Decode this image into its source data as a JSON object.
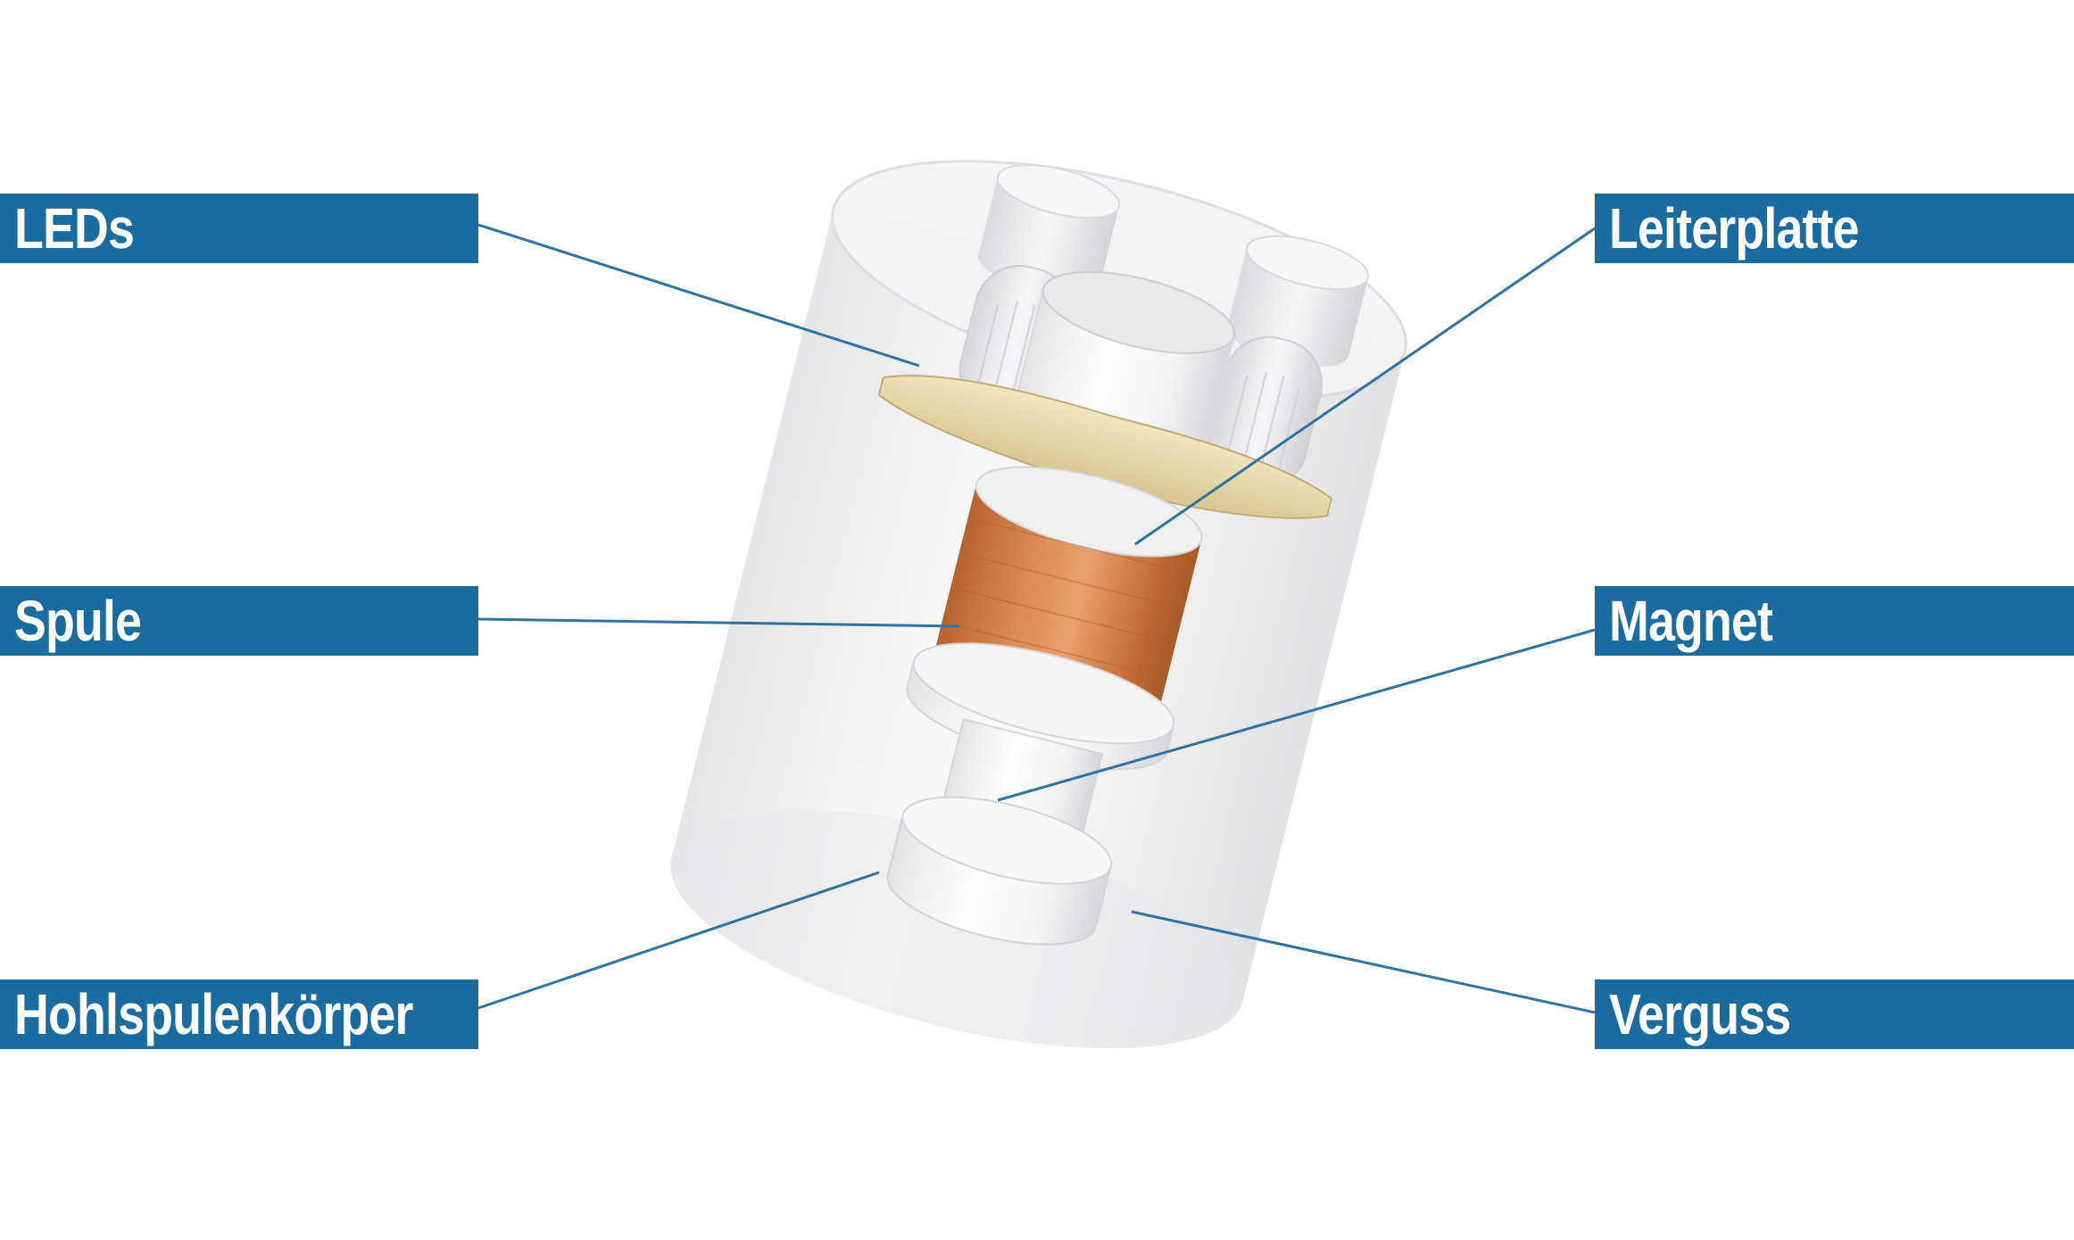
{
  "labels": {
    "leds": "LEDs",
    "spule": "Spule",
    "hohlspulenkoerper": "Hohlspulenkörper",
    "leiterplatte": "Leiterplatte",
    "magnet": "Magnet",
    "verguss": "Verguss"
  },
  "colors": {
    "label_background": "#1a6b9f",
    "label_text": "#ffffff",
    "leader_line": "#2f74a3",
    "coil": "#c8743f",
    "pcb": "#e8d9a8",
    "housing": "#ededf0"
  }
}
